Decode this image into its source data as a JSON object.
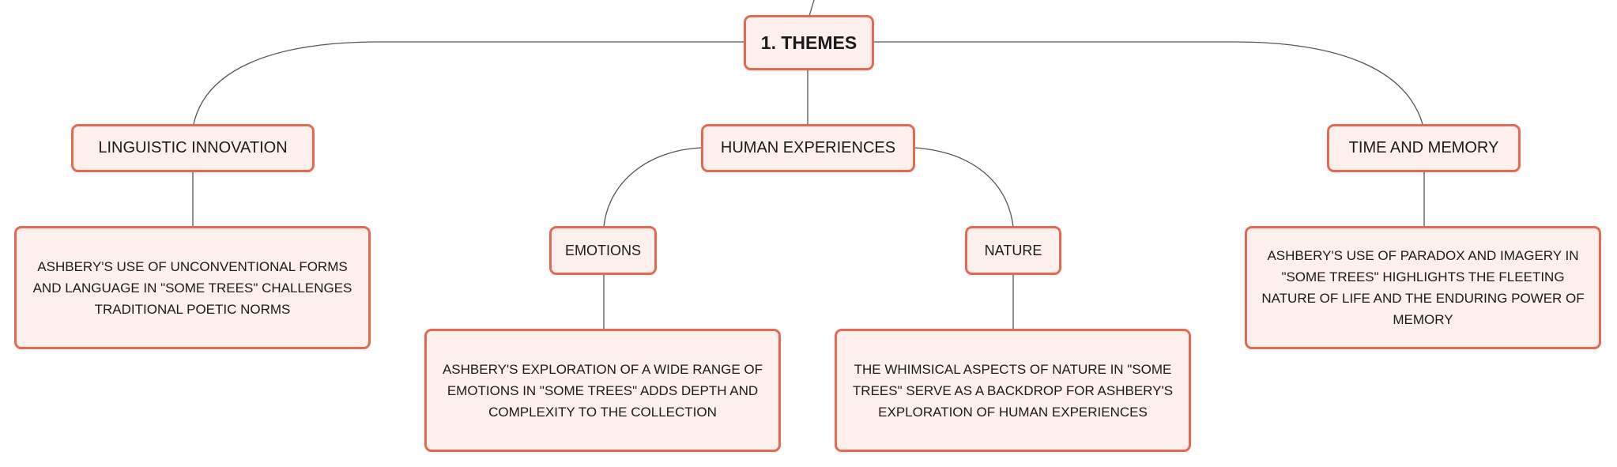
{
  "mindmap": {
    "root": "1. THEMES",
    "linguistic": {
      "label": "LINGUISTIC INNOVATION",
      "detail": "ASHBERY'S USE OF UNCONVENTIONAL FORMS AND LANGUAGE IN \"SOME TREES\" CHALLENGES TRADITIONAL POETIC NORMS"
    },
    "human": {
      "label": "HUMAN EXPERIENCES",
      "emotions": {
        "label": "EMOTIONS",
        "detail": "ASHBERY'S EXPLORATION OF A WIDE RANGE OF EMOTIONS IN \"SOME TREES\" ADDS DEPTH AND COMPLEXITY TO THE COLLECTION"
      },
      "nature": {
        "label": "NATURE",
        "detail": "THE WHIMSICAL ASPECTS OF NATURE IN \"SOME TREES\" SERVE AS A BACKDROP FOR ASHBERY'S EXPLORATION OF HUMAN EXPERIENCES"
      }
    },
    "time": {
      "label": "TIME AND MEMORY",
      "detail": "ASHBERY'S USE OF PARADOX AND IMAGERY IN \"SOME TREES\" HIGHLIGHTS THE FLEETING NATURE OF LIFE AND THE ENDURING POWER OF MEMORY"
    }
  },
  "colors": {
    "node_fill": "#fdf0ec",
    "node_border": "#e36a55",
    "connector": "#555555",
    "text": "#1a1a1a"
  }
}
